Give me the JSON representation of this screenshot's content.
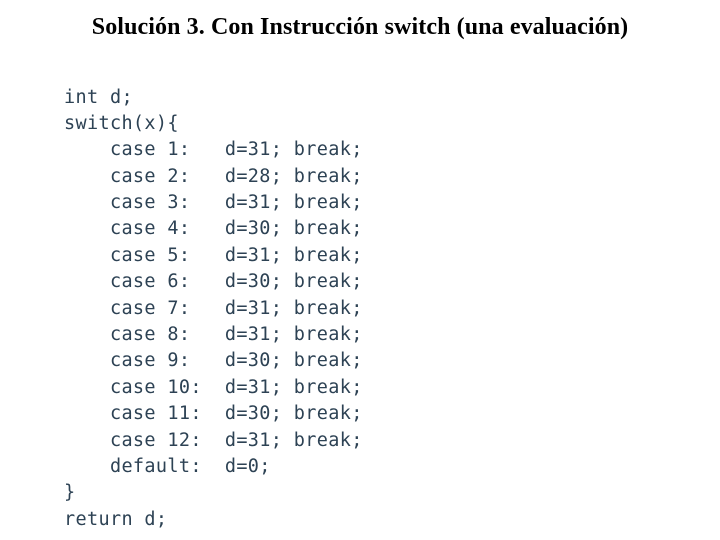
{
  "slide": {
    "title": "Solución 3. Con Instrucción switch (una evaluación)",
    "title_color": "#000000",
    "background_color": "#ffffff",
    "code_color": "#2d4254"
  },
  "code": {
    "language": "c",
    "lines": [
      "int d;",
      "switch(x){",
      "    case 1:   d=31; break;",
      "    case 2:   d=28; break;",
      "    case 3:   d=31; break;",
      "    case 4:   d=30; break;",
      "    case 5:   d=31; break;",
      "    case 6:   d=30; break;",
      "    case 7:   d=31; break;",
      "    case 8:   d=31; break;",
      "    case 9:   d=30; break;",
      "    case 10:  d=31; break;",
      "    case 11:  d=30; break;",
      "    case 12:  d=31; break;",
      "    default:  d=0;",
      "}",
      "return d;"
    ],
    "cases": [
      {
        "label": "case 1:",
        "assignment": "d=31;",
        "terminator": "break;"
      },
      {
        "label": "case 2:",
        "assignment": "d=28;",
        "terminator": "break;"
      },
      {
        "label": "case 3:",
        "assignment": "d=31;",
        "terminator": "break;"
      },
      {
        "label": "case 4:",
        "assignment": "d=30;",
        "terminator": "break;"
      },
      {
        "label": "case 5:",
        "assignment": "d=31;",
        "terminator": "break;"
      },
      {
        "label": "case 6:",
        "assignment": "d=30;",
        "terminator": "break;"
      },
      {
        "label": "case 7:",
        "assignment": "d=31;",
        "terminator": "break;"
      },
      {
        "label": "case 8:",
        "assignment": "d=31;",
        "terminator": "break;"
      },
      {
        "label": "case 9:",
        "assignment": "d=30;",
        "terminator": "break;"
      },
      {
        "label": "case 10:",
        "assignment": "d=31;",
        "terminator": "break;"
      },
      {
        "label": "case 11:",
        "assignment": "d=30;",
        "terminator": "break;"
      },
      {
        "label": "case 12:",
        "assignment": "d=31;",
        "terminator": "break;"
      },
      {
        "label": "default:",
        "assignment": "d=0;",
        "terminator": ""
      }
    ],
    "declaration": "int d;",
    "switch_header": "switch(x){",
    "close_brace": "}",
    "return_statement": "return d;"
  }
}
